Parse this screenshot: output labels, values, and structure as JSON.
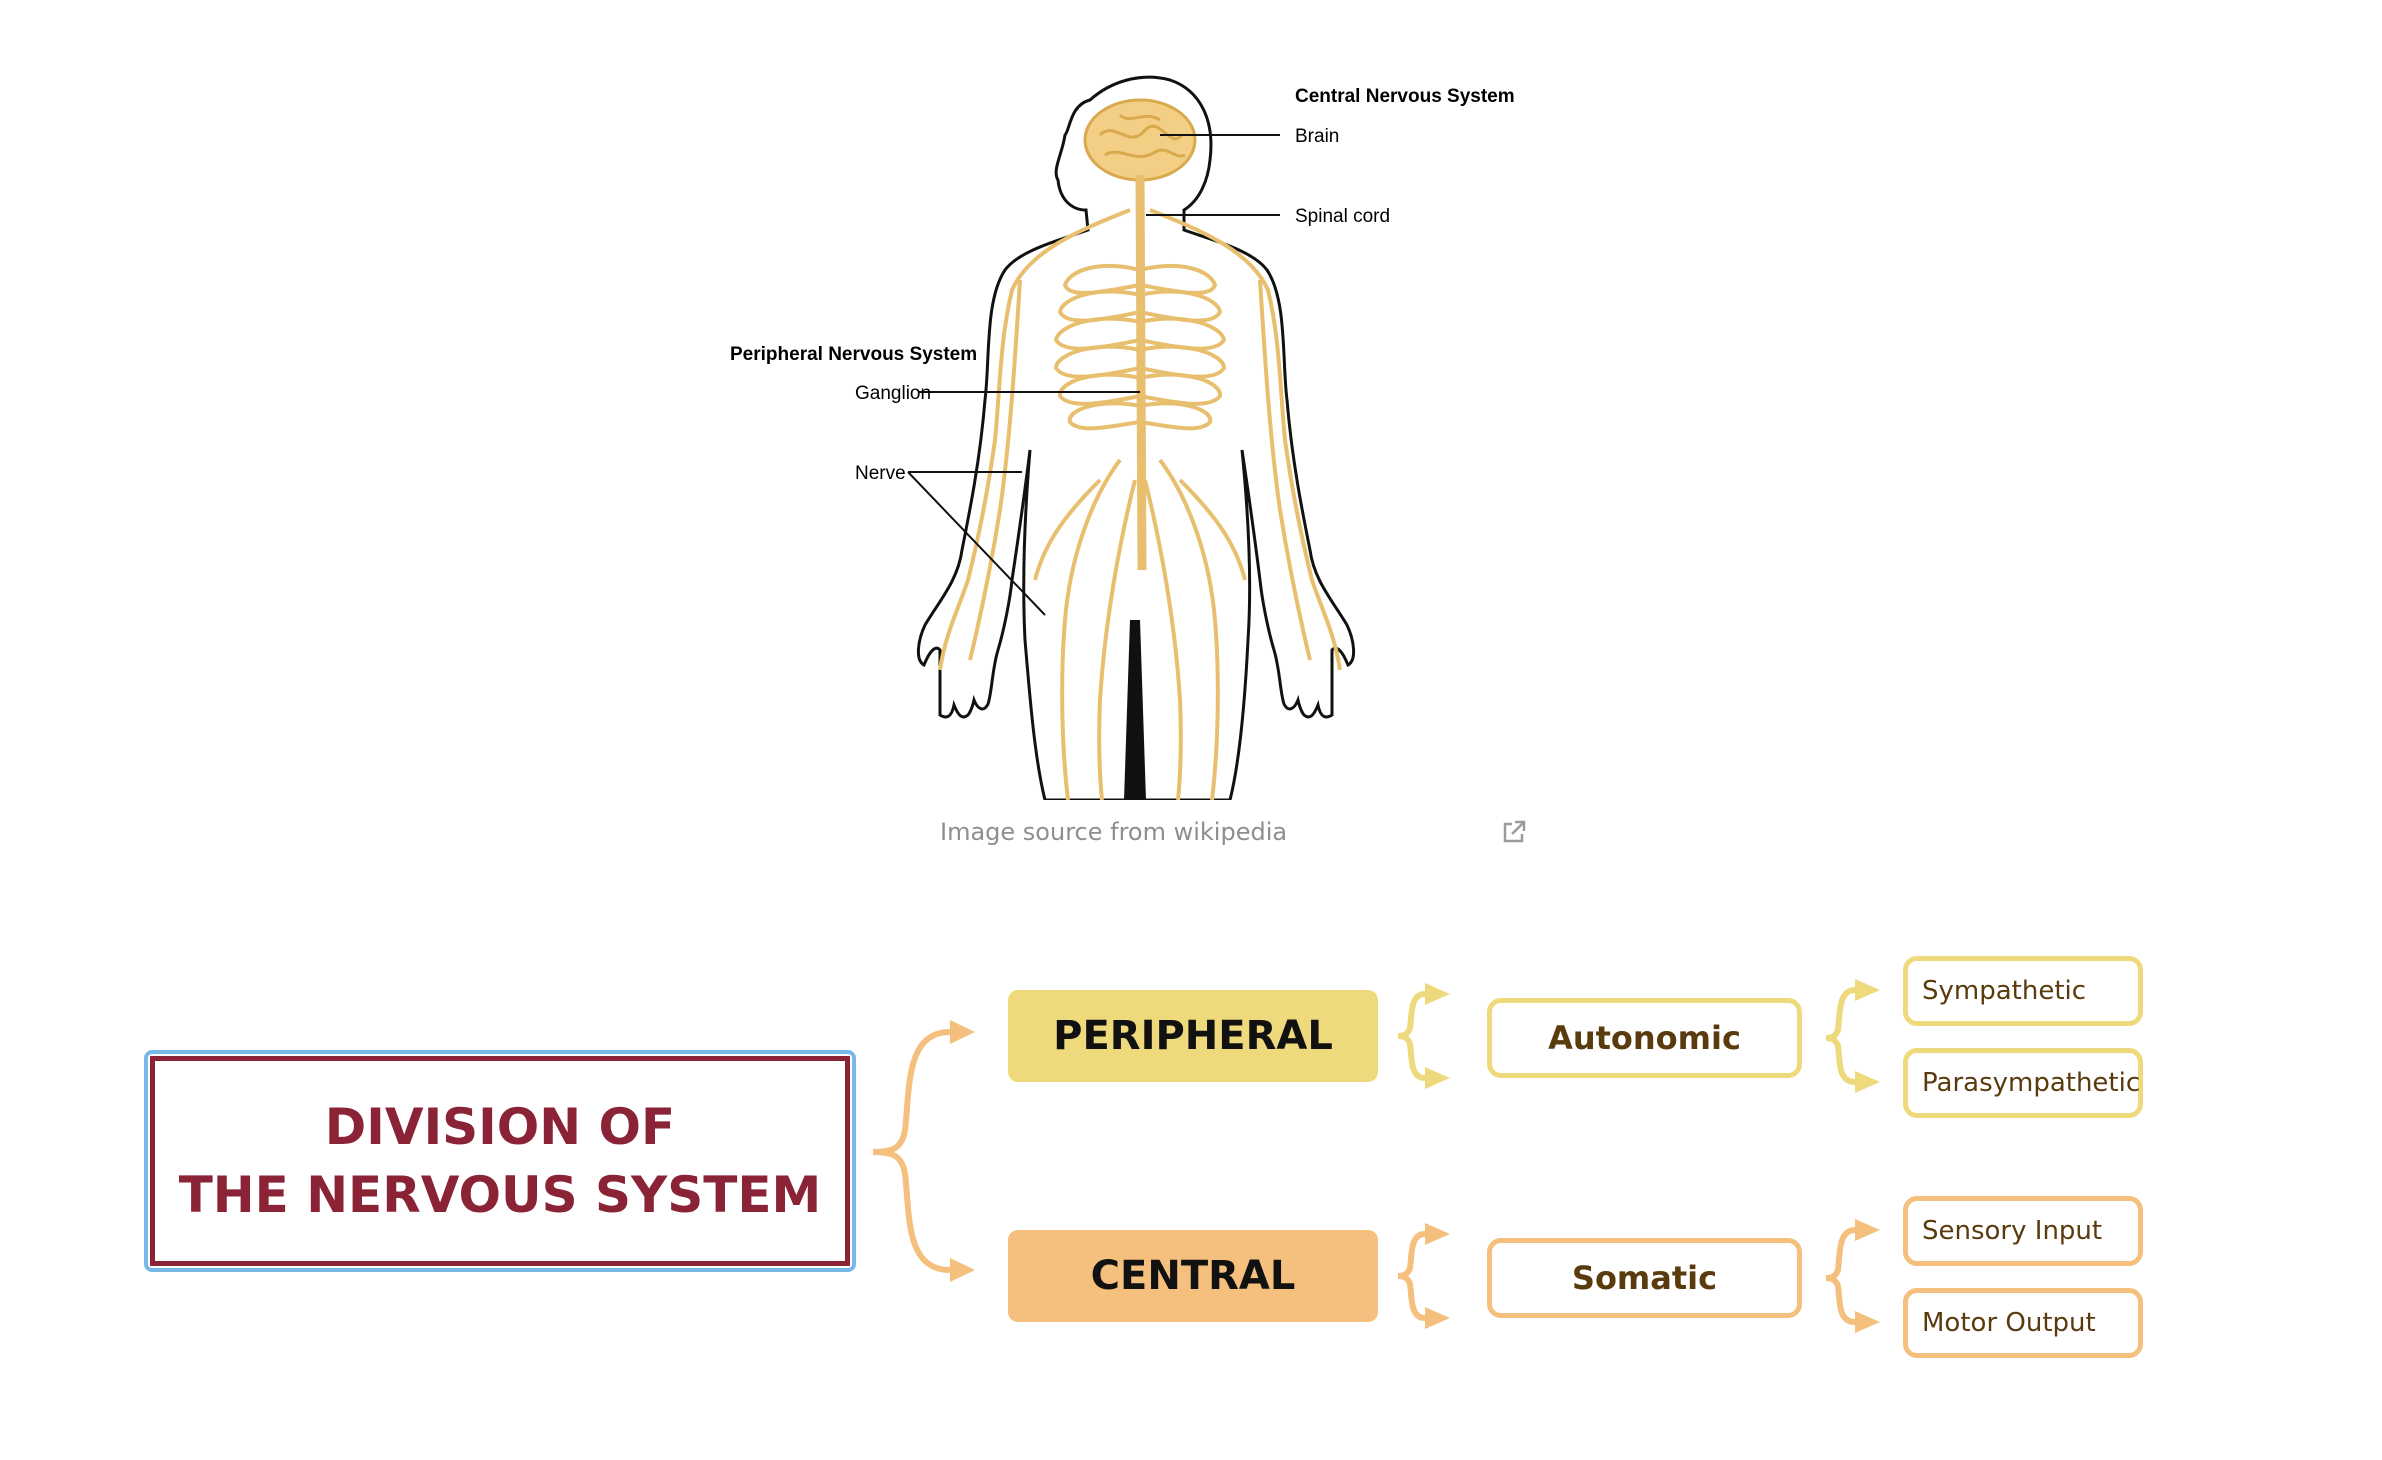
{
  "figure": {
    "cns_heading": "Central Nervous System",
    "brain_label": "Brain",
    "spinal_label": "Spinal cord",
    "pns_heading": "Peripheral Nervous System",
    "ganglion_label": "Ganglion",
    "nerve_label": "Nerve",
    "caption": "Image source from wikipedia",
    "nerve_color": "#e8bf6e",
    "brain_color": "#f3cf86"
  },
  "diagram": {
    "root": {
      "line1": "DIVISION OF",
      "line2": "THE NERVOUS SYSTEM"
    },
    "peripheral": {
      "label": "PERIPHERAL",
      "child": "Autonomic",
      "leaves": [
        "Sympathetic",
        "Parasympathetic"
      ]
    },
    "central": {
      "label": "CENTRAL",
      "child": "Somatic",
      "leaves": [
        "Sensory Input",
        "Motor Output"
      ]
    },
    "colors": {
      "root_text": "#8b2336",
      "root_frame": "#78b8e6",
      "peripheral": "#eeda7c",
      "central": "#f5c07e"
    }
  }
}
